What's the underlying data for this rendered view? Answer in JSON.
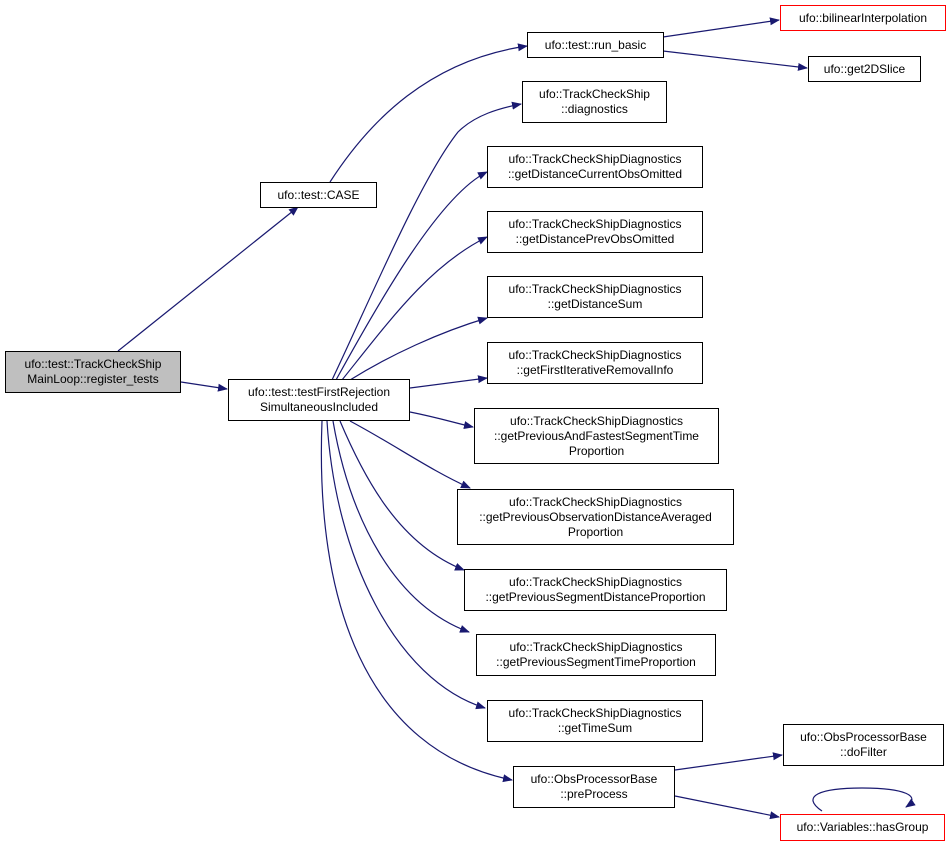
{
  "colors": {
    "edge": "#191970",
    "node_border": "#000000",
    "external_border": "#ff0000",
    "root_fill": "#bfbfbf"
  },
  "nodes": {
    "root": [
      "ufo::test::TrackCheckShip",
      "MainLoop::register_tests"
    ],
    "case": [
      "ufo::test::CASE"
    ],
    "run_basic": [
      "ufo::test::run_basic"
    ],
    "bilinear": [
      "ufo::bilinearInterpolation"
    ],
    "get2d": [
      "ufo::get2DSlice"
    ],
    "testfirst": [
      "ufo::test::testFirstRejection",
      "SimultaneousIncluded"
    ],
    "tcs_diag": [
      "ufo::TrackCheckShip",
      "::diagnostics"
    ],
    "d1": [
      "ufo::TrackCheckShipDiagnostics",
      "::getDistanceCurrentObsOmitted"
    ],
    "d2": [
      "ufo::TrackCheckShipDiagnostics",
      "::getDistancePrevObsOmitted"
    ],
    "d3": [
      "ufo::TrackCheckShipDiagnostics",
      "::getDistanceSum"
    ],
    "d4": [
      "ufo::TrackCheckShipDiagnostics",
      "::getFirstIterativeRemovalInfo"
    ],
    "d5": [
      "ufo::TrackCheckShipDiagnostics",
      "::getPreviousAndFastestSegmentTime",
      "Proportion"
    ],
    "d6": [
      "ufo::TrackCheckShipDiagnostics",
      "::getPreviousObservationDistanceAveraged",
      "Proportion"
    ],
    "d7": [
      "ufo::TrackCheckShipDiagnostics",
      "::getPreviousSegmentDistanceProportion"
    ],
    "d8": [
      "ufo::TrackCheckShipDiagnostics",
      "::getPreviousSegmentTimeProportion"
    ],
    "d9": [
      "ufo::TrackCheckShipDiagnostics",
      "::getTimeSum"
    ],
    "preprocess": [
      "ufo::ObsProcessorBase",
      "::preProcess"
    ],
    "dofilter": [
      "ufo::ObsProcessorBase",
      "::doFilter"
    ],
    "hasgroup": [
      "ufo::Variables::hasGroup"
    ]
  }
}
